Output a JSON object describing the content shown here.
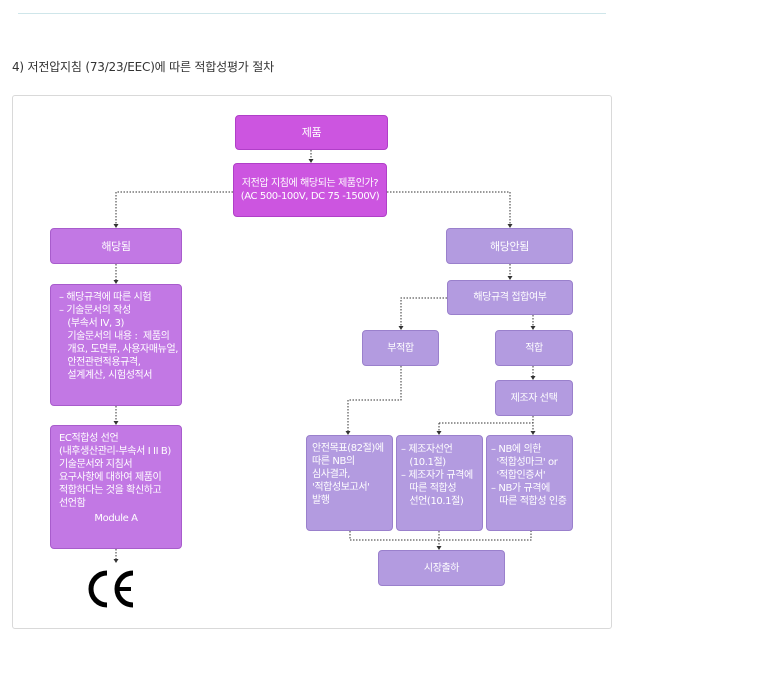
{
  "heading": "4) 저전압지침 (73/23/EEC)에 따른 적합성평가 절차",
  "nodes": {
    "product": "제품",
    "question": [
      "저전압 지침에 해당되는 제품인가?",
      "(AC 500-100V,  DC 75 -1500V)"
    ],
    "applicable": "해당됨",
    "not_applicable": "해당안됨",
    "left_steps": [
      "– 해당규격에 따른 시험",
      "– 기술문서의 작성",
      "   (부속서 IV, 3)",
      "   기술문서의 내용 :  제품의",
      "   개요, 도면류, 사용자매뉴얼,",
      "   안전관련적용규격,",
      "   설계계산, 시험성적서"
    ],
    "ec_declaration": [
      "EC적합성 선언",
      "(내후생산관리-부속서 I II B)",
      "기술문서와 지침서",
      "요구사항에 대하여 제품이",
      "적합하다는 것을 확신하고",
      "선언함"
    ],
    "module": "Module A",
    "std_check": "해당규격 접합여부",
    "nonconform": "부적합",
    "conform": "적합",
    "manufacturer_select": "제조자 선택",
    "safety_report": [
      "안전목표(82절)에",
      "따른 NB의",
      "심사결과,",
      "'적합성보고서'",
      "발행"
    ],
    "manufacturer_decl": [
      "– 제조자선언",
      "   (10.1절)",
      "– 제조자가 규격에",
      "   따른 적합성",
      "   선언(10.1절)"
    ],
    "nb": [
      "– NB에 의한",
      "  '적합성마크' or",
      "  '적합인증서'",
      "– NB가 규격에",
      "   따른 적합성 인증"
    ],
    "market": "시장출하"
  },
  "logo_text": "CE",
  "colors": {
    "magenta": "#cc55e0",
    "violet": "#c278e4",
    "lavender": "#b39be0",
    "connector": "#333333"
  }
}
